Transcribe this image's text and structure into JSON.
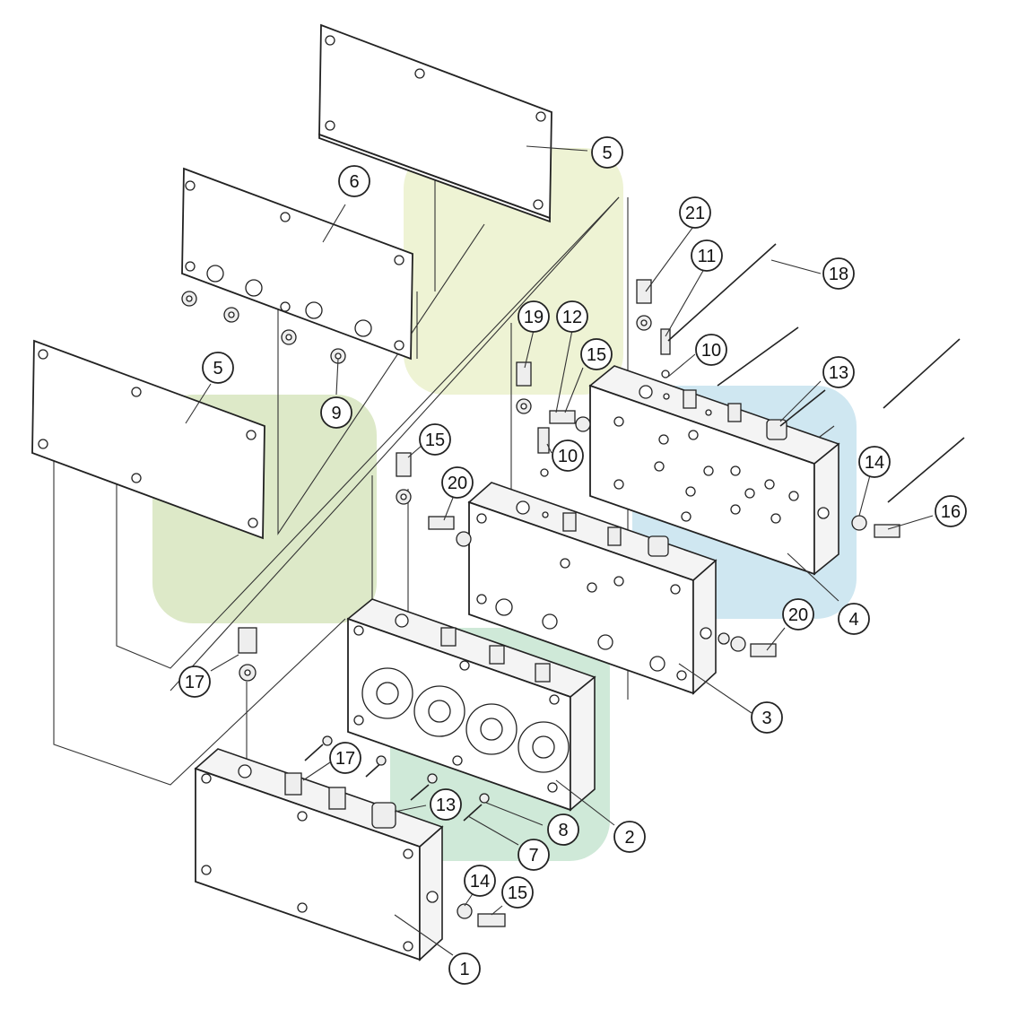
{
  "colors": {
    "green_zone": "#dde9c8",
    "yellow_zone": "#eef3d4",
    "blue_zone": "#cfe7f1",
    "teal_zone": "#cfe9d8",
    "outline": "#222222",
    "paper": "#ffffff"
  },
  "callouts": [
    {
      "id": "c5a",
      "label": "5"
    },
    {
      "id": "c6",
      "label": "6"
    },
    {
      "id": "c21",
      "label": "21"
    },
    {
      "id": "c11",
      "label": "11"
    },
    {
      "id": "c18",
      "label": "18"
    },
    {
      "id": "c19",
      "label": "19"
    },
    {
      "id": "c12",
      "label": "12"
    },
    {
      "id": "c15a",
      "label": "15"
    },
    {
      "id": "c10a",
      "label": "10"
    },
    {
      "id": "c13a",
      "label": "13"
    },
    {
      "id": "c5b",
      "label": "5"
    },
    {
      "id": "c9",
      "label": "9"
    },
    {
      "id": "c10b",
      "label": "10"
    },
    {
      "id": "c15b",
      "label": "15"
    },
    {
      "id": "c20a",
      "label": "20"
    },
    {
      "id": "c14a",
      "label": "14"
    },
    {
      "id": "c16",
      "label": "16"
    },
    {
      "id": "c4",
      "label": "4"
    },
    {
      "id": "c20b",
      "label": "20"
    },
    {
      "id": "c17a",
      "label": "17"
    },
    {
      "id": "c3",
      "label": "3"
    },
    {
      "id": "c17b",
      "label": "17"
    },
    {
      "id": "c13b",
      "label": "13"
    },
    {
      "id": "c8",
      "label": "8"
    },
    {
      "id": "c2",
      "label": "2"
    },
    {
      "id": "c7",
      "label": "7"
    },
    {
      "id": "c14b",
      "label": "14"
    },
    {
      "id": "c15c",
      "label": "15"
    },
    {
      "id": "c1",
      "label": "1"
    }
  ]
}
